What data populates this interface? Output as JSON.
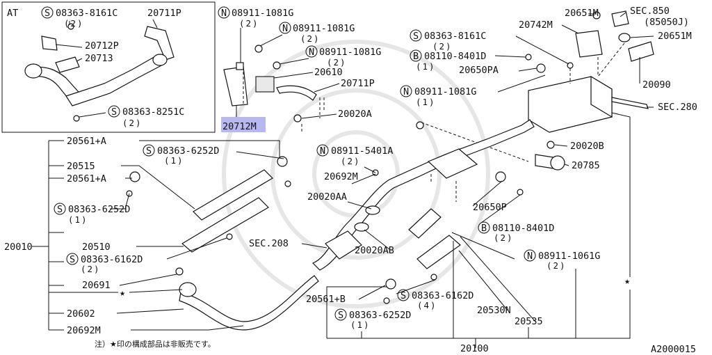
{
  "inset": {
    "title": "AT",
    "labels": {
      "screw_top": "08363-8161C",
      "screw_top_qty": "(2)",
      "bracket": "20711P",
      "bracket_p": "20712P",
      "clamp": "20713",
      "screw_bottom": "08363-8251C",
      "screw_bottom_qty": "(2)"
    }
  },
  "symbols": {
    "S": "S",
    "N": "N",
    "B": "B",
    "star": "★"
  },
  "labels": {
    "n_top1": "08911-1081G",
    "n_top1_qty": "(2)",
    "n_top2": "08911-1081G",
    "n_top2_qty": "(2)",
    "n_top3": "08911-1081G",
    "n_top3_qty": "(2)",
    "p20610": "20610",
    "p20711p": "20711P",
    "p20712m": "20712M",
    "p20020a": "20020A",
    "p20651m_top": "20651M",
    "sec850": "SEC.850",
    "sec850_sub": "(85050J)",
    "p20742m": "20742M",
    "s_8161c": "08363-8161C",
    "s_8161c_qty": "(2)",
    "p20651m_r": "20651M",
    "b_8401d_top": "08110-8401D",
    "b_8401d_top_qty": "(1)",
    "p20650pa": "20650PA",
    "p20090": "20090",
    "n_1081g_mid": "08911-1081G",
    "n_1081g_mid_qty": "(1)",
    "sec280": "SEC.280",
    "p20561a_top": "20561+A",
    "s_6252d_top": "08363-6252D",
    "s_6252d_top_qty": "(1)",
    "n_5401a": "08911-5401A",
    "n_5401a_qty": "(2)",
    "p20020b": "20020B",
    "p20515": "20515",
    "p20692m_top": "20692M",
    "p20785": "20785",
    "p20561a_mid": "20561+A",
    "p20020aa": "20020AA",
    "p20650p": "20650P",
    "s_6252d_mid": "08363-6252D",
    "s_6252d_mid_qty": "(1)",
    "b_8401d_bot": "08110-8401D",
    "b_8401d_bot_qty": "(2)",
    "p20010": "20010",
    "p20510": "20510",
    "sec208": "SEC.208",
    "p20020ab": "20020AB",
    "s_6162d_left": "08363-6162D",
    "s_6162d_left_qty": "(2)",
    "n_1061g": "08911-1061G",
    "n_1061g_qty": "(2)",
    "p20691": "20691",
    "p20561b": "20561+B",
    "s_6162d_right": "08363-6162D",
    "s_6162d_right_qty": "(4)",
    "p20602": "20602",
    "p20530n": "20530N",
    "s_6252d_bot": "08363-6252D",
    "s_6252d_bot_qty": "(1)",
    "p20535": "20535",
    "p20692m_bot": "20692M",
    "p20100": "20100"
  },
  "footnote": "注）★印の構成部品は非販売です。",
  "figure_code": "A2000015",
  "colors": {
    "highlight": "#b8b8f0",
    "line": "#111111"
  }
}
